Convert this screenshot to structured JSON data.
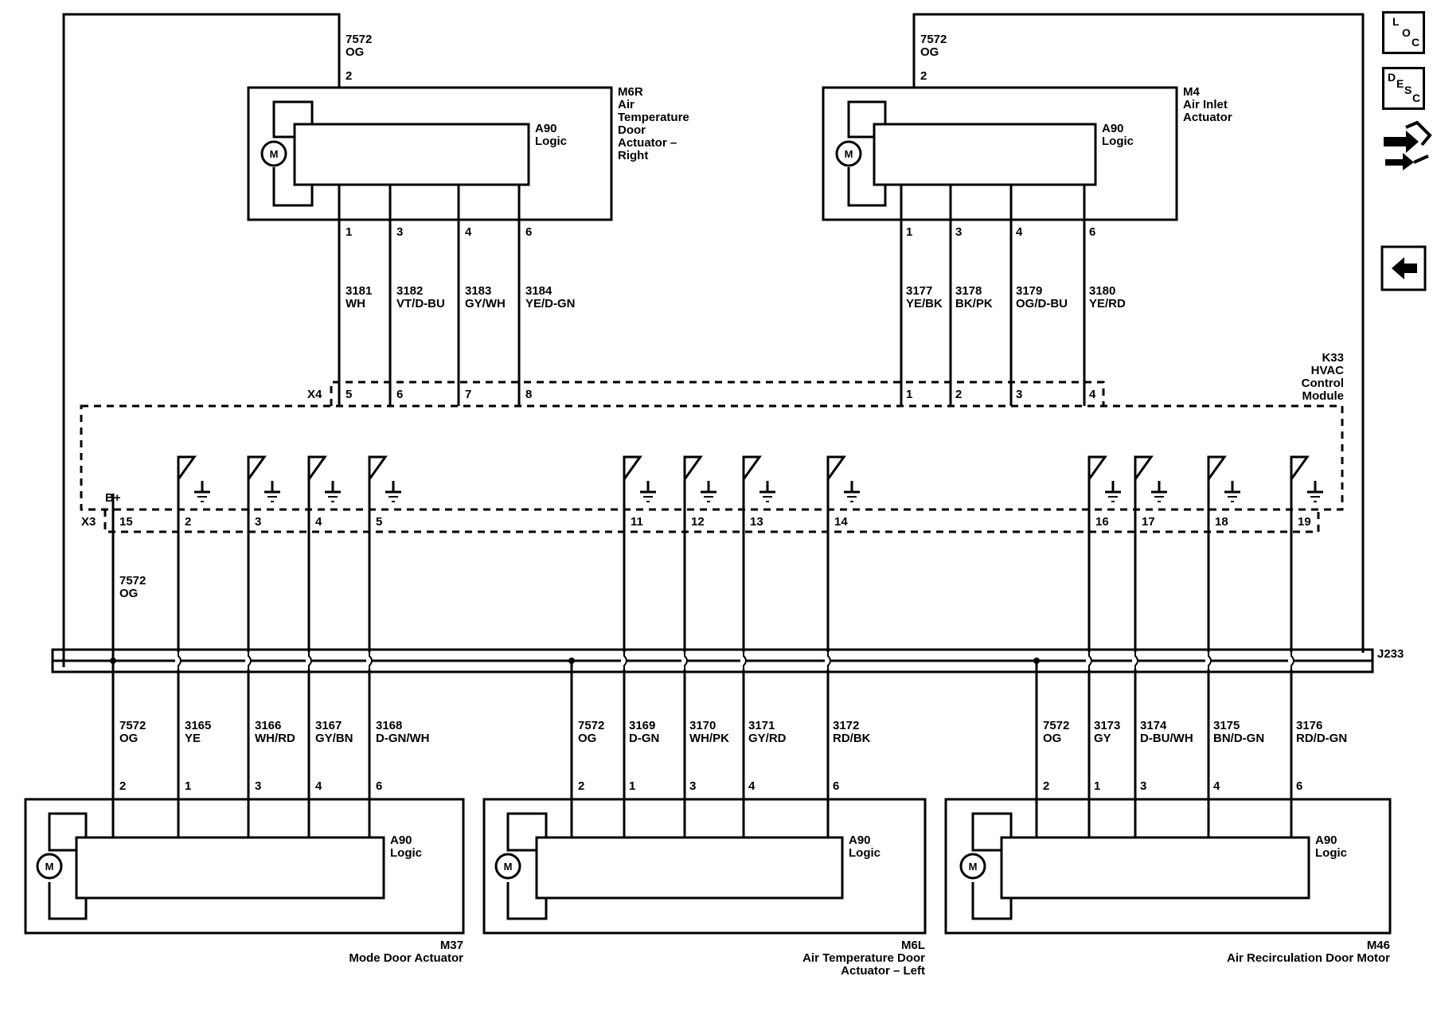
{
  "nav": {
    "loc": [
      "L",
      "O",
      "C"
    ],
    "desc": [
      "D",
      "E",
      "S",
      "C"
    ],
    "icons": [
      "location-button",
      "description-button",
      "connector-end-view-icon",
      "back-arrow-icon"
    ]
  },
  "feed": {
    "circuit": "7572",
    "color": "OG"
  },
  "modules": {
    "m6r": {
      "id": "M6R",
      "lines": [
        "Air",
        "Temperature",
        "Door",
        "Actuator –",
        "Right"
      ],
      "logic": [
        "A90",
        "Logic"
      ],
      "motor": "M"
    },
    "m4": {
      "id": "M4",
      "lines": [
        "Air Inlet",
        "Actuator"
      ],
      "logic": [
        "A90",
        "Logic"
      ],
      "motor": "M"
    },
    "m37": {
      "id": "M37",
      "lines": [
        "Mode Door Actuator"
      ],
      "logic": [
        "A90",
        "Logic"
      ],
      "motor": "M"
    },
    "m6l": {
      "id": "M6L",
      "lines": [
        "Air Temperature Door",
        "Actuator – Left"
      ],
      "logic": [
        "A90",
        "Logic"
      ],
      "motor": "M"
    },
    "m46": {
      "id": "M46",
      "lines": [
        "Air Recirculation Door Motor"
      ],
      "logic": [
        "A90",
        "Logic"
      ],
      "motor": "M"
    }
  },
  "k33": {
    "lines": [
      "K33",
      "HVAC",
      "Control",
      "Module"
    ],
    "x4": "X4",
    "x3": "X3",
    "bplus": "B+"
  },
  "splice": {
    "id": "J233"
  },
  "top_left_wires": [
    {
      "pin": "1",
      "circuit": "3181",
      "color": "WH",
      "x4_pin": "5"
    },
    {
      "pin": "3",
      "circuit": "3182",
      "color": "VT/D-BU",
      "x4_pin": "6"
    },
    {
      "pin": "4",
      "circuit": "3183",
      "color": "GY/WH",
      "x4_pin": "7"
    },
    {
      "pin": "6",
      "circuit": "3184",
      "color": "YE/D-GN",
      "x4_pin": "8"
    }
  ],
  "top_right_wires": [
    {
      "pin": "1",
      "circuit": "3177",
      "color": "YE/BK",
      "x4_pin": "1"
    },
    {
      "pin": "3",
      "circuit": "3178",
      "color": "BK/PK",
      "x4_pin": "2"
    },
    {
      "pin": "4",
      "circuit": "3179",
      "color": "OG/D-BU",
      "x4_pin": "3"
    },
    {
      "pin": "6",
      "circuit": "3180",
      "color": "YE/RD",
      "x4_pin": "4"
    }
  ],
  "top_feed_pin": "2",
  "x3_pins": [
    "15",
    "2",
    "3",
    "4",
    "5",
    "11",
    "12",
    "13",
    "14",
    "16",
    "17",
    "18",
    "19"
  ],
  "bottom_groups": [
    {
      "wires": [
        {
          "circuit": "7572",
          "color": "OG",
          "pin": "2"
        },
        {
          "circuit": "3165",
          "color": "YE",
          "pin": "1"
        },
        {
          "circuit": "3166",
          "color": "WH/RD",
          "pin": "3"
        },
        {
          "circuit": "3167",
          "color": "GY/BN",
          "pin": "4"
        },
        {
          "circuit": "3168",
          "color": "D-GN/WH",
          "pin": "6"
        }
      ]
    },
    {
      "wires": [
        {
          "circuit": "7572",
          "color": "OG",
          "pin": "2"
        },
        {
          "circuit": "3169",
          "color": "D-GN",
          "pin": "1"
        },
        {
          "circuit": "3170",
          "color": "WH/PK",
          "pin": "3"
        },
        {
          "circuit": "3171",
          "color": "GY/RD",
          "pin": "4"
        },
        {
          "circuit": "3172",
          "color": "RD/BK",
          "pin": "6"
        }
      ]
    },
    {
      "wires": [
        {
          "circuit": "7572",
          "color": "OG",
          "pin": "2"
        },
        {
          "circuit": "3173",
          "color": "GY",
          "pin": "1"
        },
        {
          "circuit": "3174",
          "color": "D-BU/WH",
          "pin": "3"
        },
        {
          "circuit": "3175",
          "color": "BN/D-GN",
          "pin": "4"
        },
        {
          "circuit": "3176",
          "color": "RD/D-GN",
          "pin": "6"
        }
      ]
    }
  ]
}
